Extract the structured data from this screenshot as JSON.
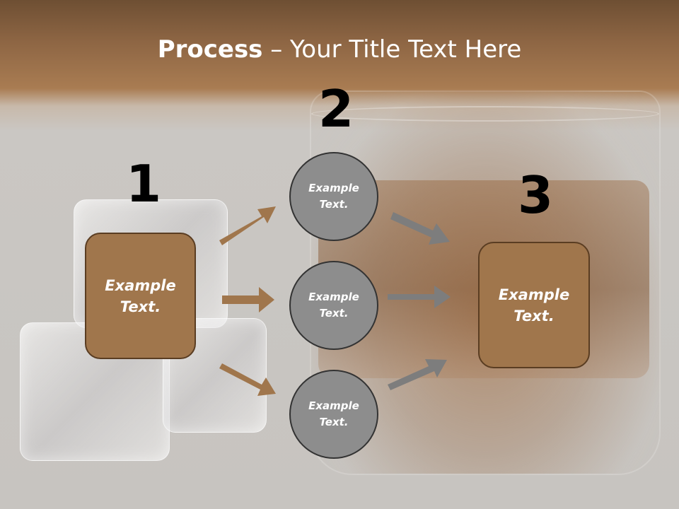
{
  "title": {
    "bold": "Process",
    "rest": " – Your Title Text Here"
  },
  "steps": [
    {
      "number": "1",
      "text_line1": "Example",
      "text_line2": "Text."
    },
    {
      "number": "2"
    },
    {
      "number": "3",
      "text_line1": "Example",
      "text_line2": "Text."
    }
  ],
  "circles": [
    {
      "line1": "Example",
      "line2": "Text."
    },
    {
      "line1": "Example",
      "line2": "Text."
    },
    {
      "line1": "Example",
      "line2": "Text."
    }
  ],
  "colors": {
    "box_fill": "#a0764c",
    "box_border": "#5a3d22",
    "circle_fill": "#8d8d8d",
    "arrow_brown": "#a0764c",
    "arrow_gray": "#7d7d7d"
  },
  "icons": {
    "arrow": "arrow-icon"
  }
}
